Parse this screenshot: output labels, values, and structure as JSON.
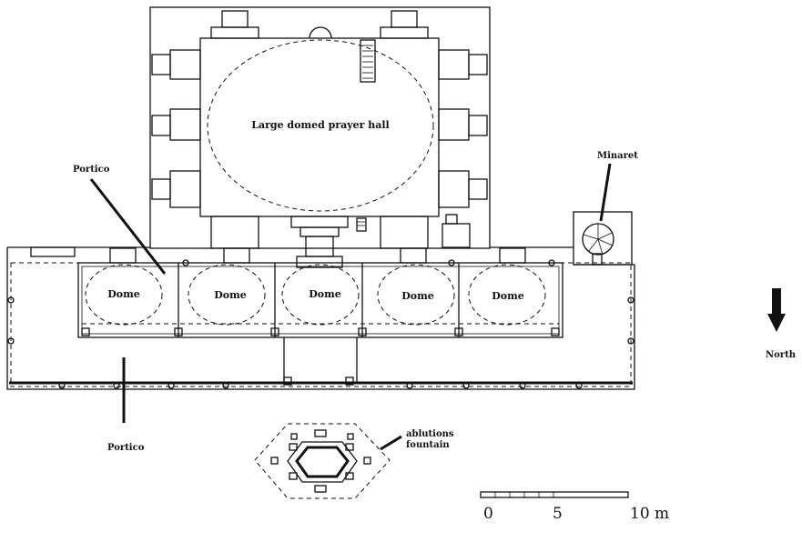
{
  "labels": {
    "prayer_hall": "Large domed prayer hall",
    "portico_upper": "Portico",
    "portico_lower": "Portico",
    "minaret": "Minaret",
    "fountain_line1": "ablutions",
    "fountain_line2": "fountain",
    "north": "North",
    "domes": [
      "Dome",
      "Dome",
      "Dome",
      "Dome",
      "Dome"
    ]
  },
  "scale_bar": {
    "ticks": [
      "0",
      "5",
      "10 m"
    ]
  }
}
